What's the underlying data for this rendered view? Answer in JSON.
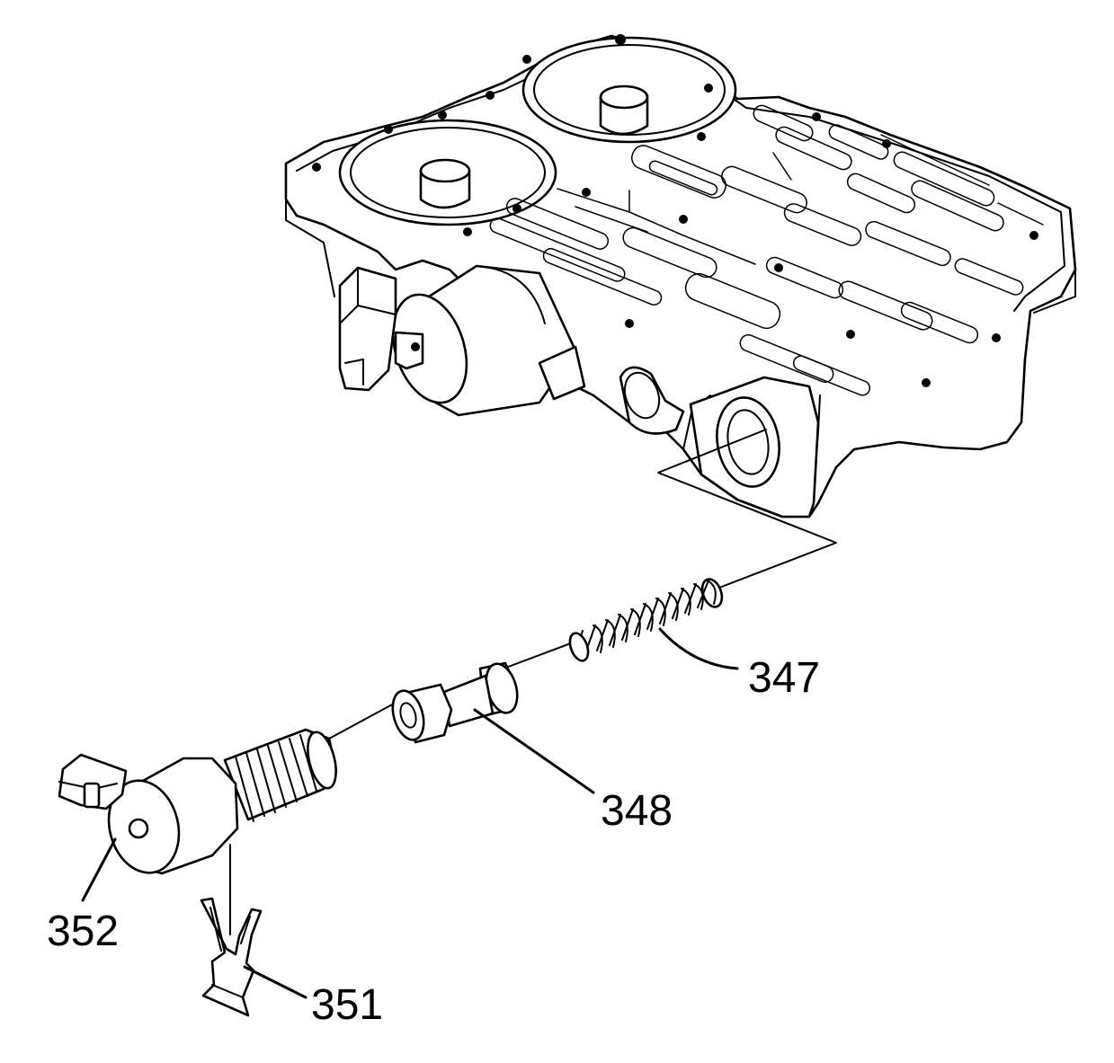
{
  "callouts": {
    "c347": "347",
    "c348": "348",
    "c352": "352",
    "c351": "351"
  }
}
